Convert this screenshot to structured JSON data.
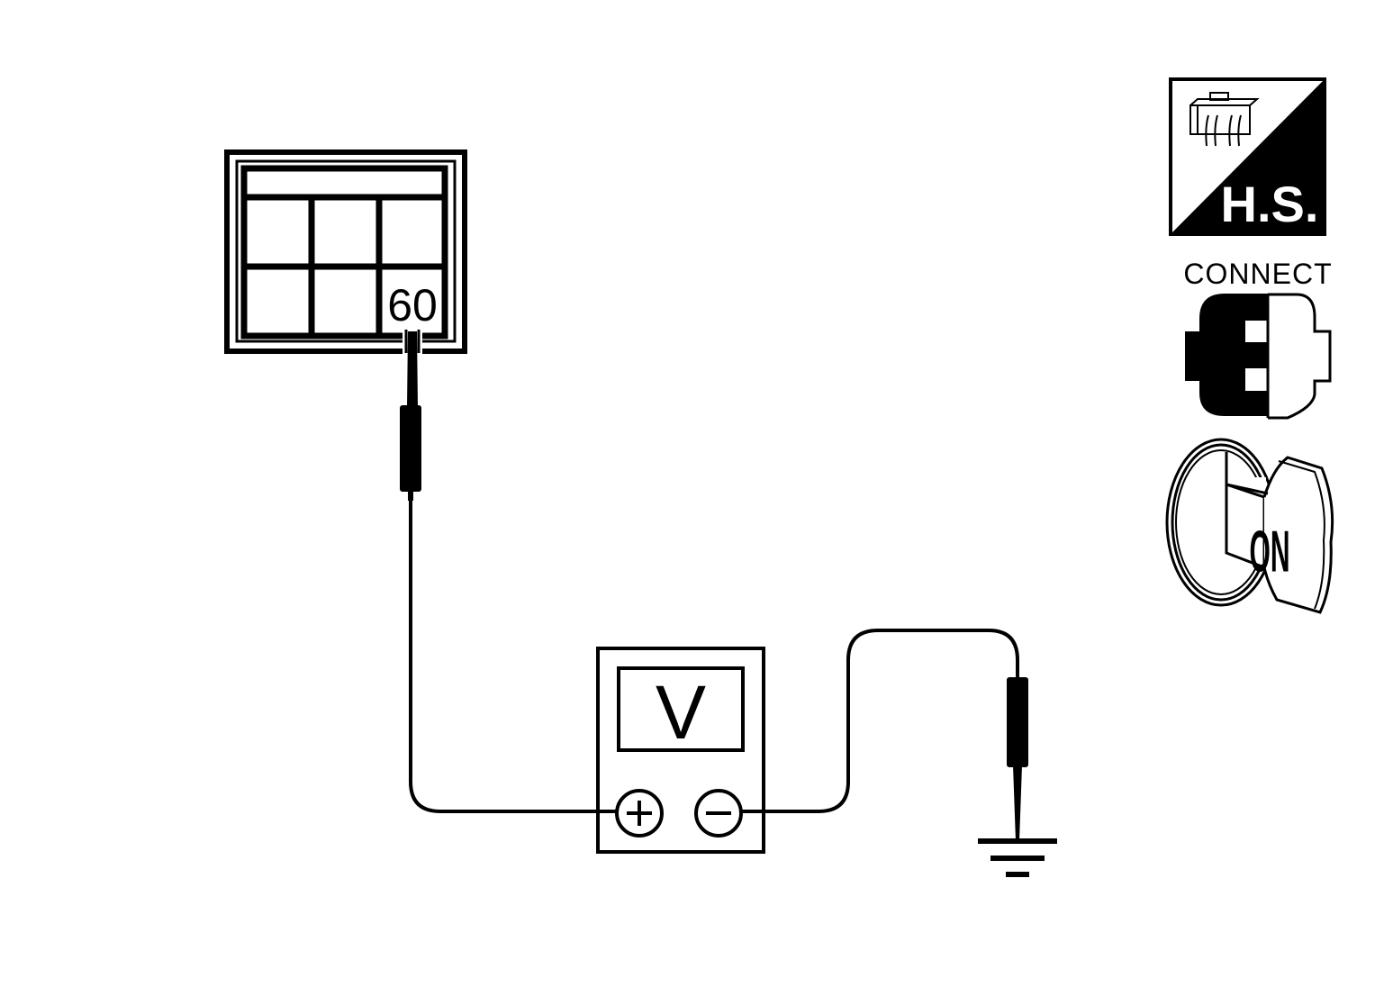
{
  "connector": {
    "terminal": "60"
  },
  "meter": {
    "symbol": "V",
    "plus": "+",
    "minus": "−"
  },
  "legend": {
    "hs_label": "H.S.",
    "connect_label": "CONNECT",
    "ignition_label": "ON",
    "icons": [
      "harness-side-icon",
      "connect-connector-icon",
      "ignition-on-icon"
    ]
  },
  "colors": {
    "stroke": "#000000",
    "background": "#ffffff"
  }
}
